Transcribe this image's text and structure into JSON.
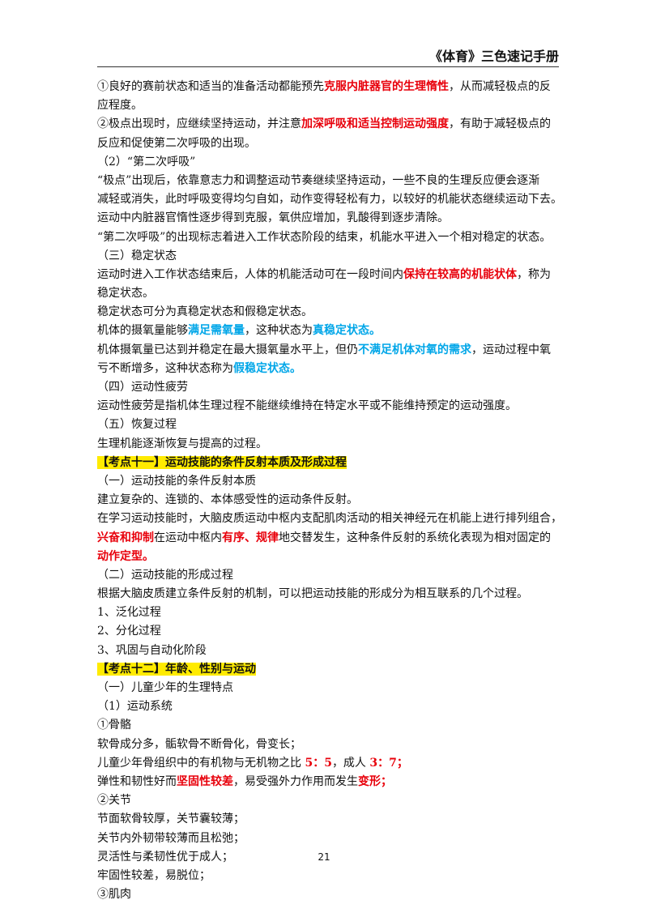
{
  "header": {
    "title": "《体育》三色速记手册"
  },
  "page_number": "21",
  "lines": [
    [
      {
        "t": "①良好的赛前状态和适当的准备活动都能预先"
      },
      {
        "t": "克服内脏器官的生理惰性",
        "s": "red"
      },
      {
        "t": "，从而减轻极点的反"
      }
    ],
    [
      {
        "t": "应程度。"
      }
    ],
    [
      {
        "t": "②极点出现时，应继续坚持运动，并注意"
      },
      {
        "t": "加深呼吸和适当控制运动强度",
        "s": "red"
      },
      {
        "t": "，有助于减轻极点的"
      }
    ],
    [
      {
        "t": "反应和促使第二次呼吸的出现。"
      }
    ],
    [
      {
        "t": "（2）“第二次呼吸”"
      }
    ],
    [
      {
        "t": "“极点”出现后，依靠意志力和调整运动节奏继续坚持运动，一些不良的生理反应便会逐渐"
      }
    ],
    [
      {
        "t": "减轻或消失，此时呼吸变得均匀自如，动作变得轻松有力，以较好的机能状态继续运动下去。"
      }
    ],
    [
      {
        "t": "运动中内脏器官惰性逐步得到克服，氧供应增加，乳酸得到逐步清除。"
      }
    ],
    [
      {
        "t": "“第二次呼吸”的出现标志着进入工作状态阶段的结束，机能水平进入一个相对稳定的状态。"
      }
    ],
    [
      {
        "t": "（三）稳定状态"
      }
    ],
    [
      {
        "t": "运动时进入工作状态结束后，人体的机能活动可在一段时间内"
      },
      {
        "t": "保持在较高的机能状体",
        "s": "red"
      },
      {
        "t": "，称为"
      }
    ],
    [
      {
        "t": "稳定状态。"
      }
    ],
    [
      {
        "t": "稳定状态可分为真稳定状态和假稳定状态。"
      }
    ],
    [
      {
        "t": "机体的摄氧量能够"
      },
      {
        "t": "满足需氧量",
        "s": "blue"
      },
      {
        "t": "，这种状态为"
      },
      {
        "t": "真稳定状态。",
        "s": "blue"
      }
    ],
    [
      {
        "t": "机体摄氧量已达到并稳定在最大摄氧量水平上，但仍"
      },
      {
        "t": "不满足机体对氧的需求",
        "s": "blue"
      },
      {
        "t": "，运动过程中氧"
      }
    ],
    [
      {
        "t": "亏不断增多，这种状态称为"
      },
      {
        "t": "假稳定状态。",
        "s": "blue"
      }
    ],
    [
      {
        "t": "（四）运动性疲劳"
      }
    ],
    [
      {
        "t": "运动性疲劳是指机体生理过程不能继续维持在特定水平或不能维持预定的运动强度。"
      }
    ],
    [
      {
        "t": "（五）恢复过程"
      }
    ],
    [
      {
        "t": "生理机能逐渐恢复与提高的过程。"
      }
    ],
    [
      {
        "t": "【考点十一】运动技能的条件反射本质及形成过程",
        "s": "hl"
      }
    ],
    [
      {
        "t": "（一）运动技能的条件反射本质"
      }
    ],
    [
      {
        "t": "建立复杂的、连锁的、本体感受性的运动条件反射。"
      }
    ],
    [
      {
        "t": "在学习运动技能时，大脑皮质运动中枢内支配肌肉活动的相关神经元在机能上进行排列组合，"
      }
    ],
    [
      {
        "t": "兴奋和抑制",
        "s": "red"
      },
      {
        "t": "在运动中枢内"
      },
      {
        "t": "有序、规律",
        "s": "red"
      },
      {
        "t": "地交替发生，这种条件反射的系统化表现为相对固定的"
      }
    ],
    [
      {
        "t": "动作定型。",
        "s": "red"
      }
    ],
    [
      {
        "t": "（二）运动技能的形成过程"
      }
    ],
    [
      {
        "t": "根据大脑皮质建立条件反射的机制，可以把运动技能的形成分为相互联系的几个过程。"
      }
    ],
    [
      {
        "t": "1、泛化过程"
      }
    ],
    [
      {
        "t": "2、分化过程"
      }
    ],
    [
      {
        "t": "3、巩固与自动化阶段"
      }
    ],
    [
      {
        "t": "【考点十二】年龄、性别与运动",
        "s": "hl"
      }
    ],
    [
      {
        "t": "（一）儿童少年的生理特点"
      }
    ],
    [
      {
        "t": "（1）运动系统"
      }
    ],
    [
      {
        "t": "①骨骼"
      }
    ],
    [
      {
        "t": "软骨成分多，骺软骨不断骨化，骨变长；"
      }
    ],
    [
      {
        "t": "儿童少年骨组织中的有机物与无机物之比 "
      },
      {
        "t": "5：5",
        "s": "red"
      },
      {
        "t": "，成人 "
      },
      {
        "t": "3：7；",
        "s": "red"
      }
    ],
    [
      {
        "t": "弹性和韧性好而"
      },
      {
        "t": "坚固性较差",
        "s": "red"
      },
      {
        "t": "，易受强外力作用而发生"
      },
      {
        "t": "变形；",
        "s": "red"
      }
    ],
    [
      {
        "t": "②关节"
      }
    ],
    [
      {
        "t": "节面软骨较厚，关节囊较薄；"
      }
    ],
    [
      {
        "t": "关节内外韧带较薄而且松弛；"
      }
    ],
    [
      {
        "t": "灵活性与柔韧性优于成人；"
      }
    ],
    [
      {
        "t": "牢固性较差，易脱位；"
      }
    ],
    [
      {
        "t": "③肌肉"
      }
    ]
  ]
}
